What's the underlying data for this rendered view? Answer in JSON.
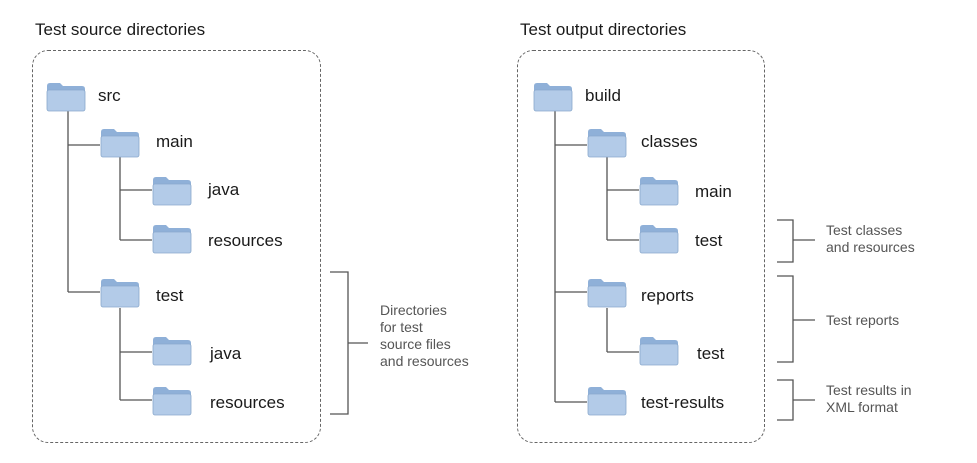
{
  "left": {
    "title": "Test source directories",
    "nodes": [
      {
        "id": "src",
        "label": "src"
      },
      {
        "id": "main",
        "label": "main"
      },
      {
        "id": "main_java",
        "label": "java"
      },
      {
        "id": "main_resources",
        "label": "resources"
      },
      {
        "id": "test",
        "label": "test"
      },
      {
        "id": "test_java",
        "label": "java"
      },
      {
        "id": "test_resources",
        "label": "resources"
      }
    ],
    "note": [
      "Directories",
      "for test",
      "source files",
      "and resources"
    ]
  },
  "right": {
    "title": "Test output directories",
    "nodes": [
      {
        "id": "build",
        "label": "build"
      },
      {
        "id": "classes",
        "label": "classes"
      },
      {
        "id": "classes_main",
        "label": "main"
      },
      {
        "id": "classes_test",
        "label": "test"
      },
      {
        "id": "reports",
        "label": "reports"
      },
      {
        "id": "reports_test",
        "label": "test"
      },
      {
        "id": "test_results",
        "label": "test-results"
      }
    ],
    "notes": [
      {
        "lines": [
          "Test classes",
          "and resources"
        ]
      },
      {
        "lines": [
          "Test reports"
        ]
      },
      {
        "lines": [
          "Test results in",
          "XML format"
        ]
      }
    ]
  },
  "colors": {
    "folder_fill": "#a9c4e4",
    "folder_tab": "#8fb0d8",
    "line": "#555555"
  }
}
